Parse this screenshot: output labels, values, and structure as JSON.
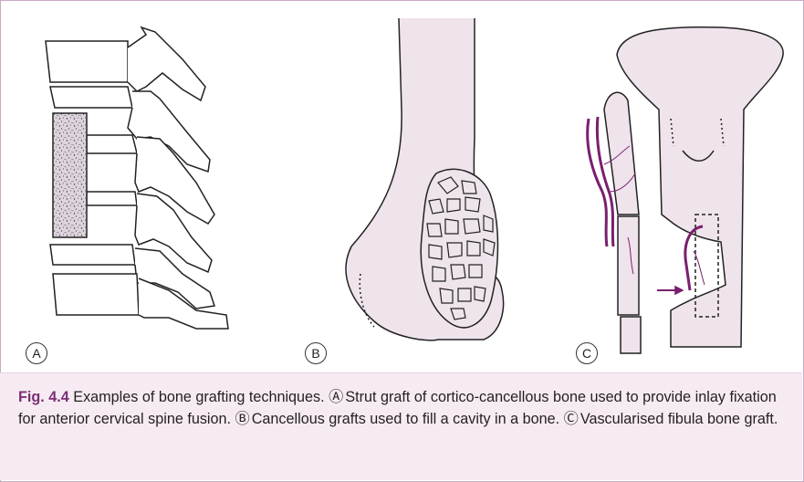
{
  "figure": {
    "number": "Fig. 4.4",
    "caption_intro": "Examples of bone grafting techniques.",
    "parts": [
      {
        "label": "Ⓐ",
        "text": "Strut graft of cortico-cancellous bone used to provide inlay fixation for anterior cervical spine fusion."
      },
      {
        "label": "Ⓑ",
        "text": "Cancellous grafts used to fill a cavity in a bone."
      },
      {
        "label": "Ⓒ",
        "text": "Vascularised fibula bone graft."
      }
    ]
  },
  "panels": [
    {
      "label": "A"
    },
    {
      "label": "B"
    },
    {
      "label": "C"
    }
  ],
  "colors": {
    "frame_border": "#c9a9c3",
    "caption_bg": "#f6ebf3",
    "fig_number": "#7b2f74",
    "bone_fill": "#efe3ec",
    "vessel": "#7a1f6e",
    "line": "#222222"
  }
}
